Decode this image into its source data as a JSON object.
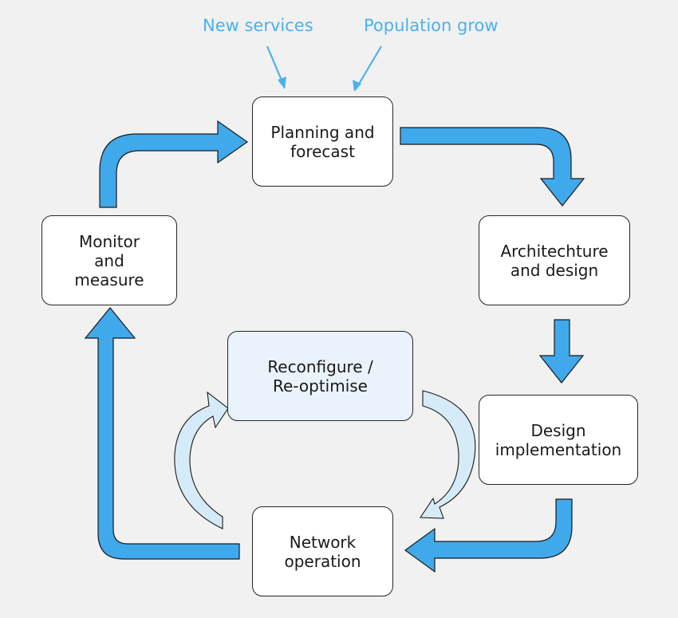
{
  "colors": {
    "background": "#f1f1f1",
    "arrow_fill": "#3fa9ec",
    "arrow_light_fill": "#d6ebf8",
    "arrow_stroke": "#1a1a1a",
    "input_text": "#4bb1ec",
    "box_fill": "#ffffff",
    "box_highlight_fill": "#eaf3fb"
  },
  "inputs": {
    "new_services": "New services",
    "population_grow": "Population grow"
  },
  "nodes": {
    "planning": "Planning and\nforecast",
    "architecture": "Architechture\nand design",
    "implementation": "Design\nimplementation",
    "operation": "Network\noperation",
    "monitor": "Monitor\nand\nmeasure",
    "reconfigure": "Reconfigure /\nRe-optimise"
  }
}
